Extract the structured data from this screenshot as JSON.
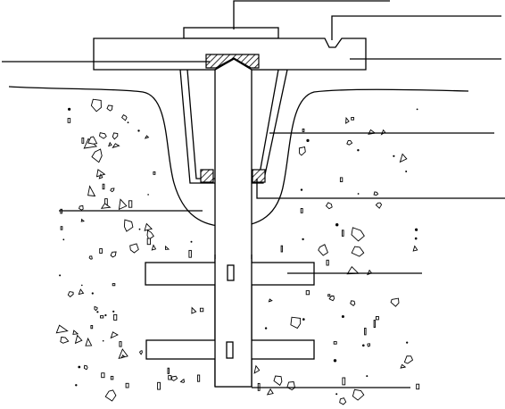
{
  "diagram": {
    "kind": "technical-cross-section",
    "colors": {
      "line": "#000000",
      "background": "#ffffff",
      "hatch": "#000000"
    },
    "leader_count": 10,
    "component_count": 12
  }
}
